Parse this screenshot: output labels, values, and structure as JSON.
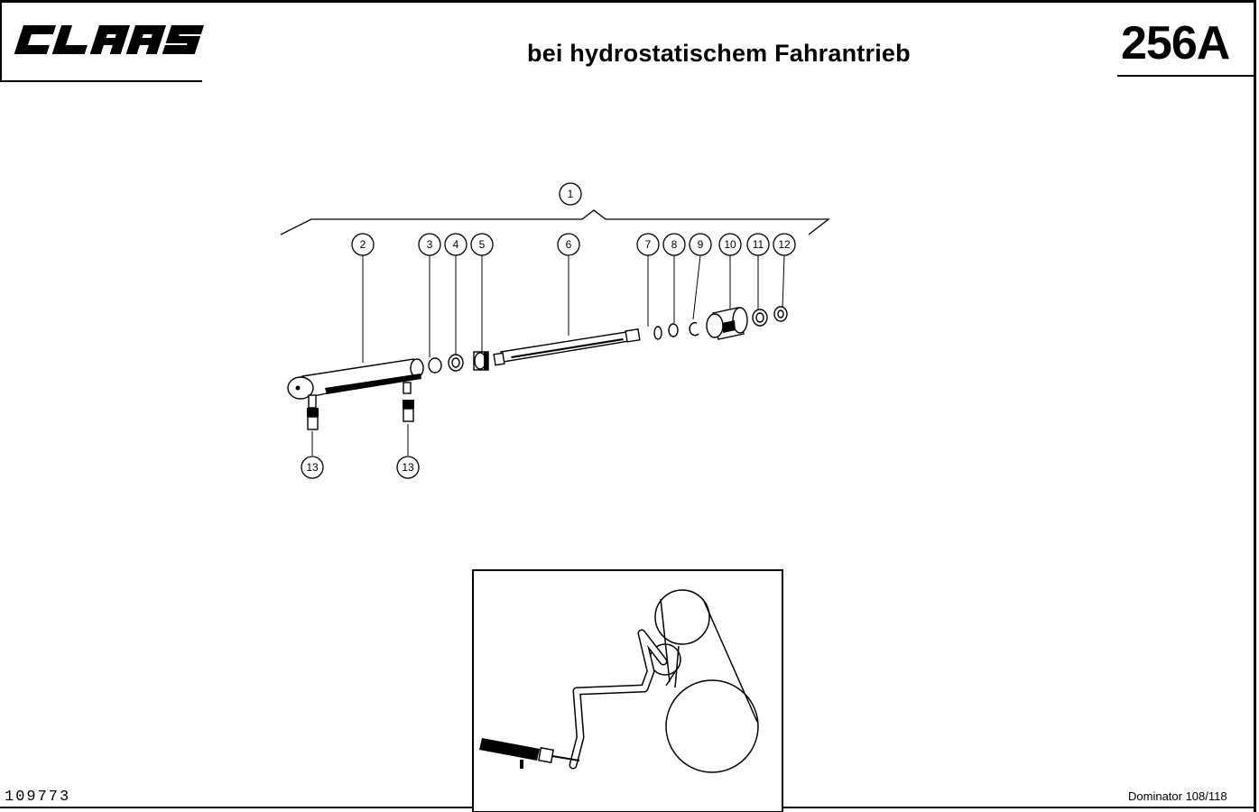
{
  "header": {
    "brand": "CLAAS",
    "title": "bei hydrostatischem Fahrantrieb",
    "page_number": "256A"
  },
  "footer": {
    "doc_number": "109773",
    "model": "Dominator 108/118"
  },
  "callouts": [
    {
      "id": "1",
      "label": "1"
    },
    {
      "id": "2",
      "label": "2"
    },
    {
      "id": "3",
      "label": "3"
    },
    {
      "id": "4",
      "label": "4"
    },
    {
      "id": "5",
      "label": "5"
    },
    {
      "id": "6",
      "label": "6"
    },
    {
      "id": "7",
      "label": "7"
    },
    {
      "id": "8",
      "label": "8"
    },
    {
      "id": "9",
      "label": "9"
    },
    {
      "id": "10",
      "label": "10"
    },
    {
      "id": "11",
      "label": "11"
    },
    {
      "id": "12",
      "label": "12"
    },
    {
      "id": "13a",
      "label": "13"
    },
    {
      "id": "13b",
      "label": "13"
    }
  ]
}
